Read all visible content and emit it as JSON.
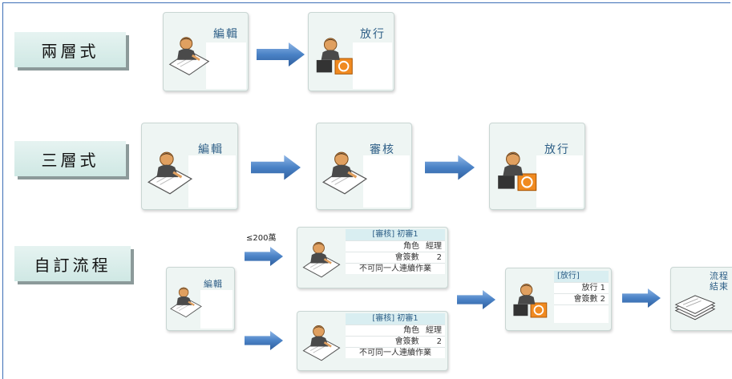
{
  "labels": {
    "two": "兩層式",
    "three": "三層式",
    "custom": "自訂流程"
  },
  "two_tier": {
    "edit": "編輯",
    "release": "放行"
  },
  "three_tier": {
    "edit": "編輯",
    "review": "審核",
    "release": "放行"
  },
  "custom": {
    "edit": "編輯",
    "condition": "≤200萬",
    "review_top": {
      "header": "[審核] 初審1",
      "role_label": "角色",
      "role_value": "經理",
      "sign_label": "會簽數",
      "sign_value": "2",
      "note": "不可同一人連續作業"
    },
    "review_bottom": {
      "header": "[審核] 初審1",
      "role_label": "角色",
      "role_value": "經理",
      "sign_label": "會簽數",
      "sign_value": "2",
      "note": "不可同一人連續作業"
    },
    "release": {
      "header": "[放行]",
      "row1": "放行 1",
      "row2": "會簽數 2"
    },
    "end": {
      "line1": "流程",
      "line2": "結束"
    }
  },
  "colors": {
    "border": "#3d6fb6",
    "arrow": "#4a82c6",
    "card": "#eef5f3"
  }
}
